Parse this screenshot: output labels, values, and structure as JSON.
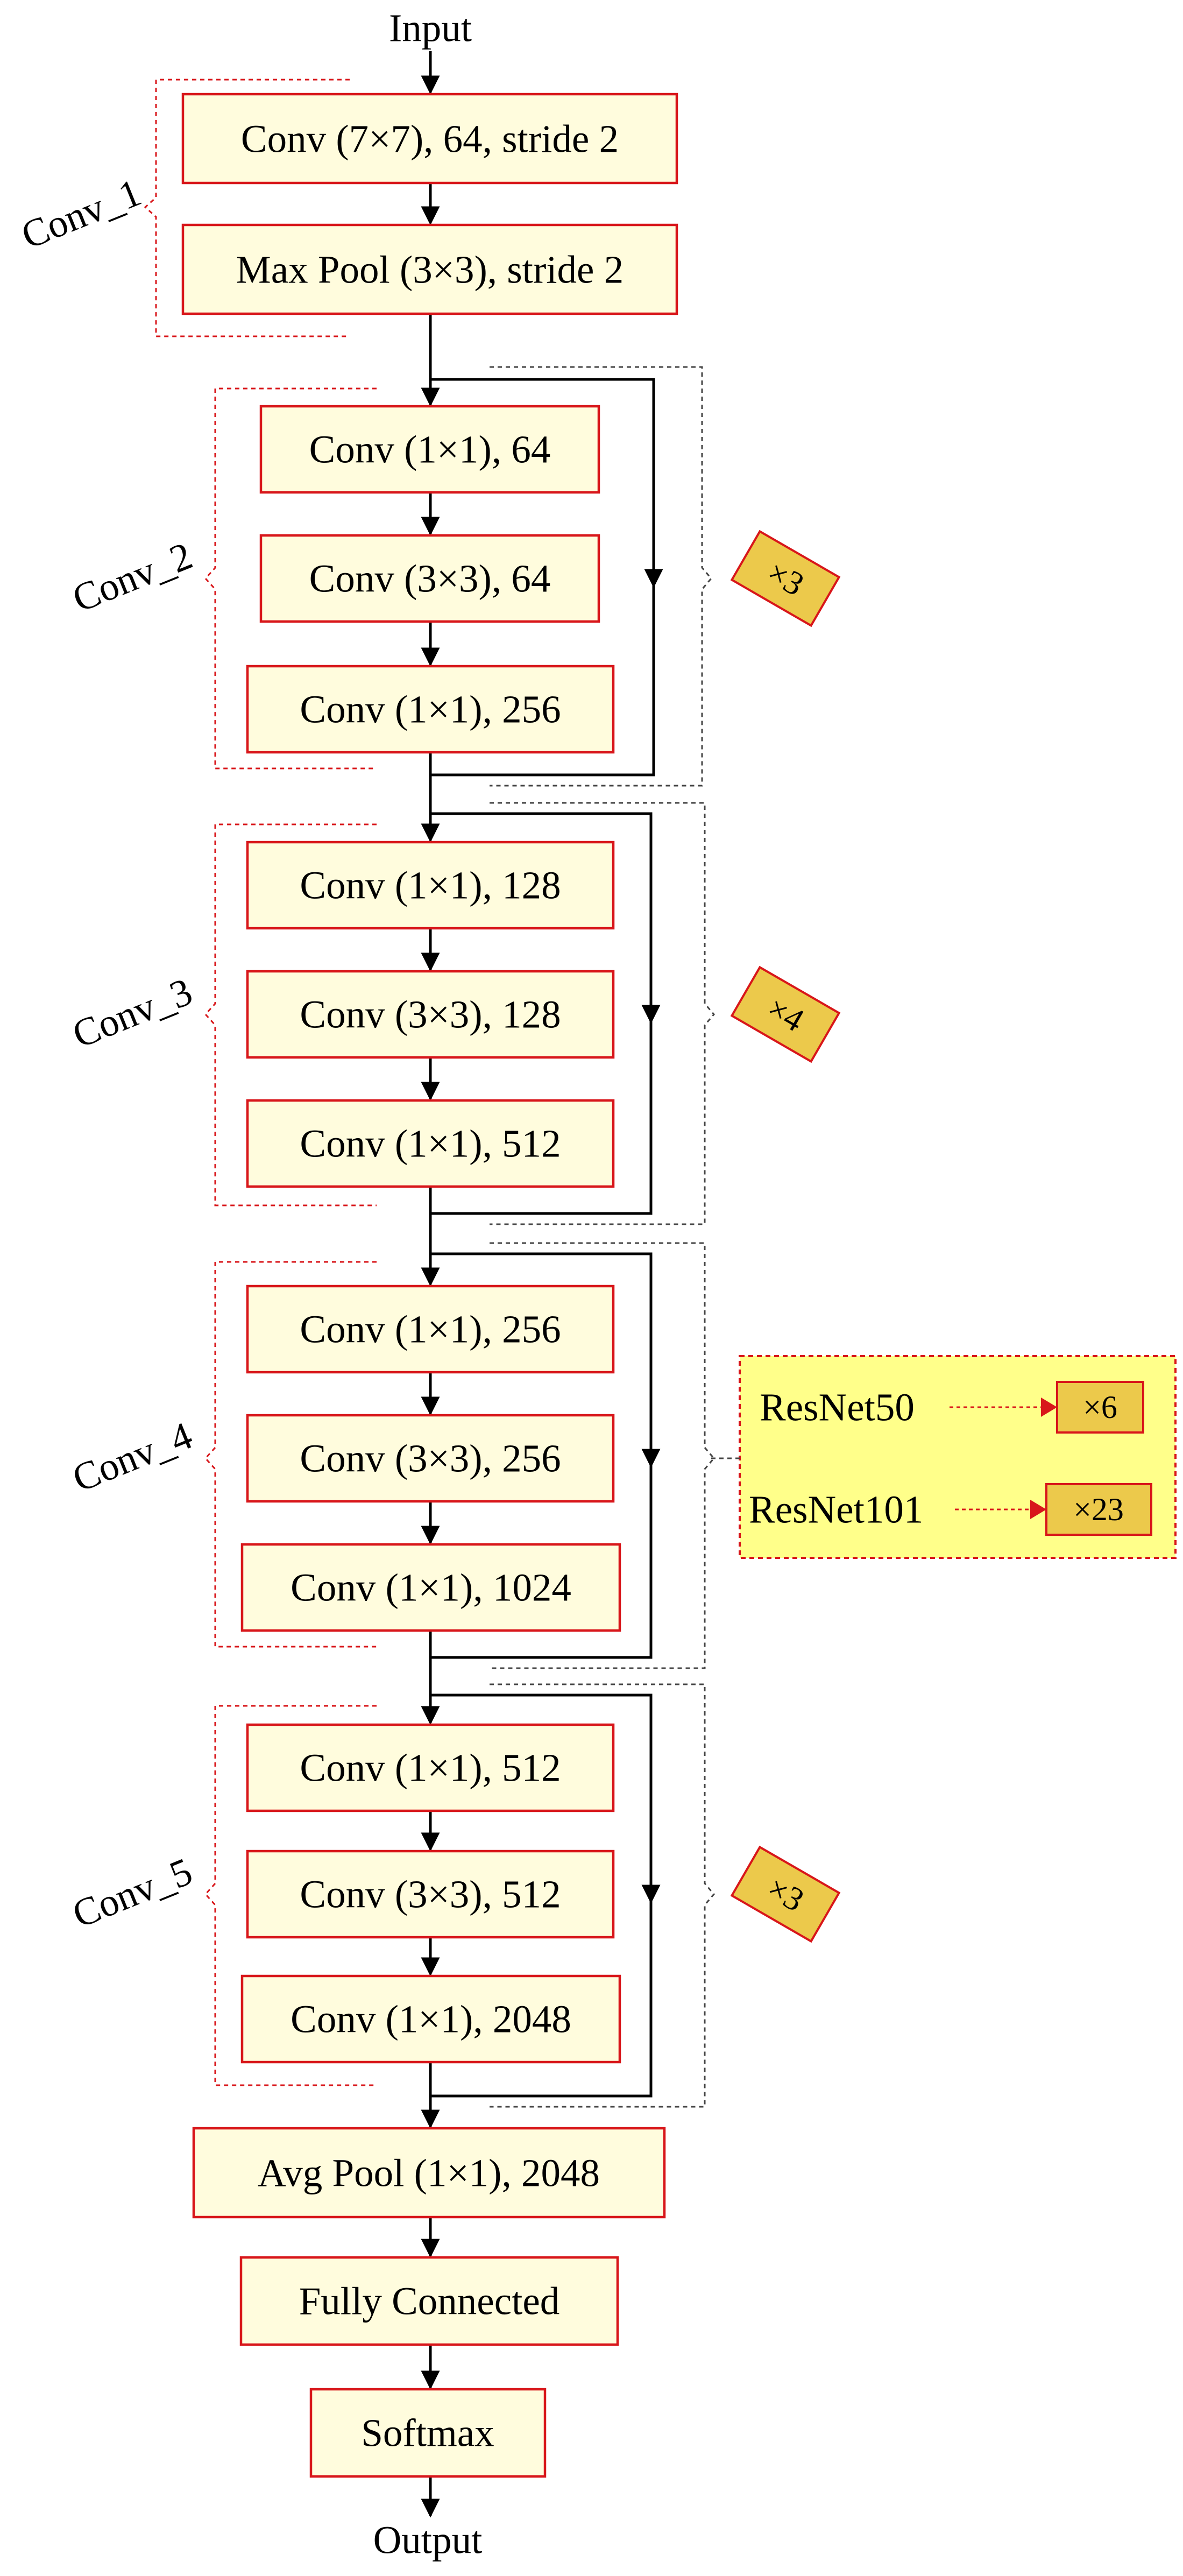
{
  "diagram": {
    "input_label": "Input",
    "output_label": "Output",
    "stem": [
      "Conv (7×7), 64, stride 2",
      "Max Pool (3×3), stride 2"
    ],
    "groups": [
      {
        "label": "Conv_1"
      },
      {
        "label": "Conv_2",
        "layers": [
          "Conv (1×1), 64",
          "Conv (3×3), 64",
          "Conv (1×1), 256"
        ],
        "repeat": "×3"
      },
      {
        "label": "Conv_3",
        "layers": [
          "Conv (1×1), 128",
          "Conv (3×3), 128",
          "Conv (1×1), 512"
        ],
        "repeat": "×4"
      },
      {
        "label": "Conv_4",
        "layers": [
          "Conv (1×1), 256",
          "Conv (3×3), 256",
          "Conv (1×1), 1024"
        ]
      },
      {
        "label": "Conv_5",
        "layers": [
          "Conv (1×1), 512",
          "Conv (3×3), 512",
          "Conv (1×1), 2048"
        ],
        "repeat": "×3"
      }
    ],
    "head": [
      "Avg Pool (1×1), 2048",
      "Fully Connected",
      "Softmax"
    ],
    "legend": [
      {
        "model": "ResNet50",
        "repeat": "×6"
      },
      {
        "model": "ResNet101",
        "repeat": "×23"
      }
    ]
  },
  "colors": {
    "box_fill": "#fffcdd",
    "box_border": "#d8161a",
    "badge_fill": "#ecc94b",
    "legend_fill": "#ffff8a"
  }
}
